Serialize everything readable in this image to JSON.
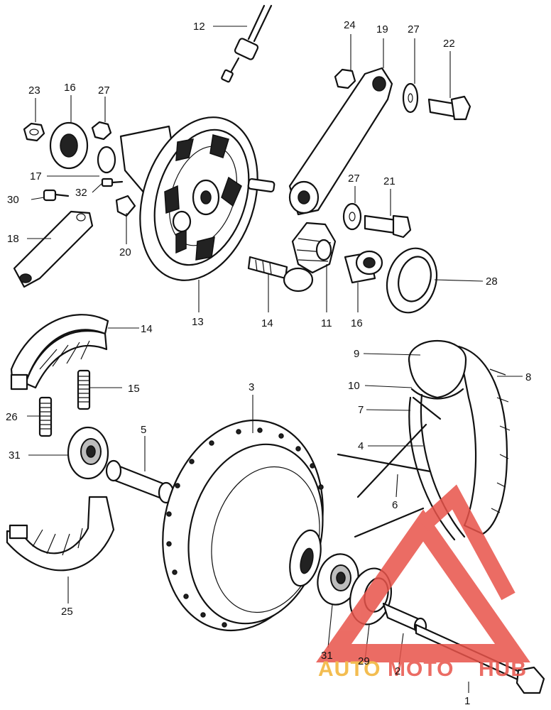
{
  "diagram": {
    "callouts": [
      {
        "id": "c1",
        "text": "1"
      },
      {
        "id": "c2",
        "text": "2"
      },
      {
        "id": "c3",
        "text": "3"
      },
      {
        "id": "c4",
        "text": "4"
      },
      {
        "id": "c5",
        "text": "5"
      },
      {
        "id": "c6",
        "text": "6"
      },
      {
        "id": "c7",
        "text": "7"
      },
      {
        "id": "c8",
        "text": "8"
      },
      {
        "id": "c9",
        "text": "9"
      },
      {
        "id": "c10",
        "text": "10"
      },
      {
        "id": "c11",
        "text": "11"
      },
      {
        "id": "c12",
        "text": "12"
      },
      {
        "id": "c13",
        "text": "13"
      },
      {
        "id": "c14a",
        "text": "14"
      },
      {
        "id": "c14b",
        "text": "14"
      },
      {
        "id": "c15",
        "text": "15"
      },
      {
        "id": "c16a",
        "text": "16"
      },
      {
        "id": "c16b",
        "text": "16"
      },
      {
        "id": "c17",
        "text": "17"
      },
      {
        "id": "c18",
        "text": "18"
      },
      {
        "id": "c19",
        "text": "19"
      },
      {
        "id": "c20",
        "text": "20"
      },
      {
        "id": "c21",
        "text": "21"
      },
      {
        "id": "c22",
        "text": "22"
      },
      {
        "id": "c23",
        "text": "23"
      },
      {
        "id": "c24",
        "text": "24"
      },
      {
        "id": "c25",
        "text": "25"
      },
      {
        "id": "c26",
        "text": "26"
      },
      {
        "id": "c27a",
        "text": "27"
      },
      {
        "id": "c27b",
        "text": "27"
      },
      {
        "id": "c27c",
        "text": "27"
      },
      {
        "id": "c28",
        "text": "28"
      },
      {
        "id": "c29",
        "text": "29"
      },
      {
        "id": "c30",
        "text": "30"
      },
      {
        "id": "c31a",
        "text": "31"
      },
      {
        "id": "c31b",
        "text": "31"
      },
      {
        "id": "c32",
        "text": "32"
      }
    ]
  },
  "watermark": {
    "part1": "AUTO",
    "part2": "MOTO",
    "part3": "HUB",
    "color_main": "#e8534a",
    "color_accent": "#f2b233"
  }
}
